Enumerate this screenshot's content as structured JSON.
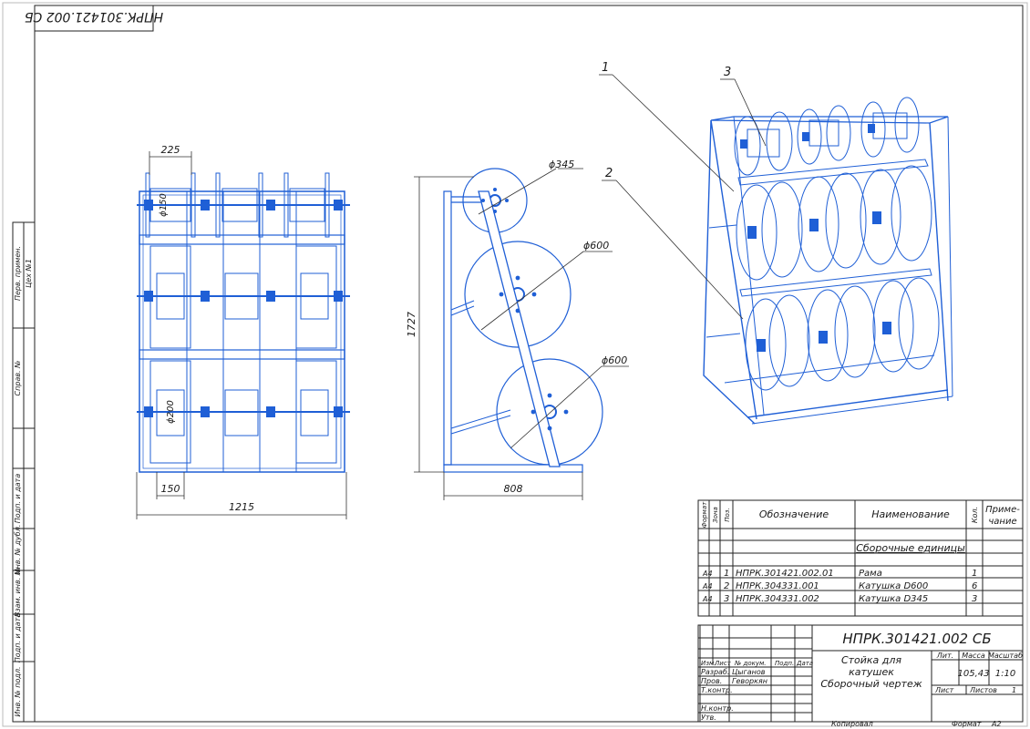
{
  "header": {
    "code_mirrored": "НПРК.301421.002 СБ"
  },
  "side_labels": [
    "Перв. примен.",
    "Цех №1",
    "Справ. №",
    "Подп. и дата",
    "Инв. № дубл.",
    "Взам. инв. №",
    "Подп. и дата",
    "Инв. № подл."
  ],
  "front_view": {
    "dims": [
      "225",
      "ϕ150",
      "ϕ200",
      "150",
      "1215"
    ]
  },
  "side_view": {
    "dims": [
      "ϕ345",
      "ϕ600",
      "ϕ600",
      "1727",
      "808"
    ]
  },
  "callouts": [
    "1",
    "2",
    "3"
  ],
  "spec_table": {
    "headers": {
      "format": "Формат",
      "zone": "Зона",
      "pos": "Поз.",
      "designation": "Обозначение",
      "name": "Наименование",
      "qty": "Кол.",
      "note1": "Приме-",
      "note2": "чание"
    },
    "section": "Сборочные единицы",
    "rows": [
      {
        "format": "А4",
        "pos": "1",
        "designation": "НПРК.301421.002.01",
        "name": "Рама",
        "qty": "1"
      },
      {
        "format": "А4",
        "pos": "2",
        "designation": "НПРК.304331.001",
        "name": "Катушка D600",
        "qty": "6"
      },
      {
        "format": "А4",
        "pos": "3",
        "designation": "НПРК.304331.002",
        "name": "Катушка D345",
        "qty": "3"
      }
    ]
  },
  "title_block": {
    "code": "НПРК.301421.002 СБ",
    "title_lines": [
      "Стойка для",
      "катушек",
      "Сборочный чертеж"
    ],
    "columns": [
      "Изм.",
      "Лист",
      "№ докум.",
      "Подп.",
      "Дата"
    ],
    "roles": [
      "Разраб.",
      "Пров.",
      "Т.контр.",
      "Н.контр.",
      "Утв."
    ],
    "people": [
      "Цыганов",
      "Геворкян"
    ],
    "lit_label": "Лит.",
    "mass_label": "Масса",
    "scale_label": "Масштаб",
    "mass": "105,43",
    "scale": "1:10",
    "sheet_label": "Лист",
    "sheets_label": "Листов",
    "sheets": "1"
  },
  "footer": {
    "copied": "Копировал",
    "format_label": "Формат",
    "format": "А2"
  }
}
